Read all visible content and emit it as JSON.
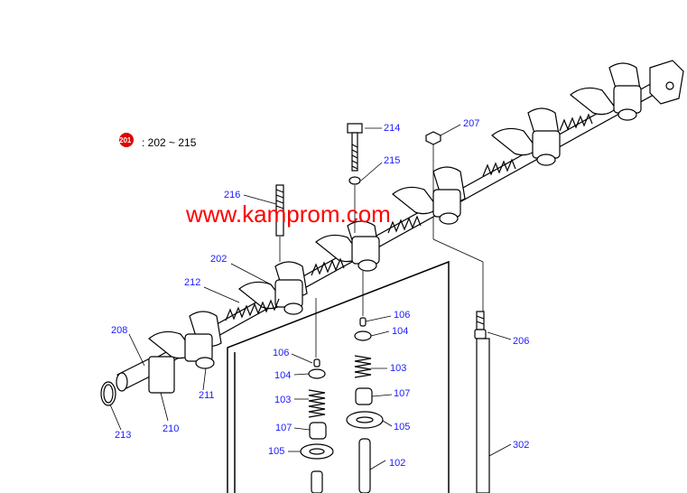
{
  "legend": {
    "badge": "201",
    "range": ": 202 ~ 215"
  },
  "watermark": "www.kamprom.com",
  "callouts": {
    "c214": "214",
    "c207": "207",
    "c215": "215",
    "c216": "216",
    "c202": "202",
    "c212": "212",
    "c208": "208",
    "c211": "211",
    "c210": "210",
    "c213": "213",
    "c106a": "106",
    "c104a": "104",
    "c103a": "103",
    "c107a": "107",
    "c105a": "105",
    "c102": "102",
    "c106b": "106",
    "c104b": "104",
    "c103b": "103",
    "c107b": "107",
    "c105b": "105",
    "c206": "206",
    "c302": "302"
  },
  "colors": {
    "callout": "#1a1aff",
    "watermark": "#ff0000",
    "badge": "#e00000"
  }
}
